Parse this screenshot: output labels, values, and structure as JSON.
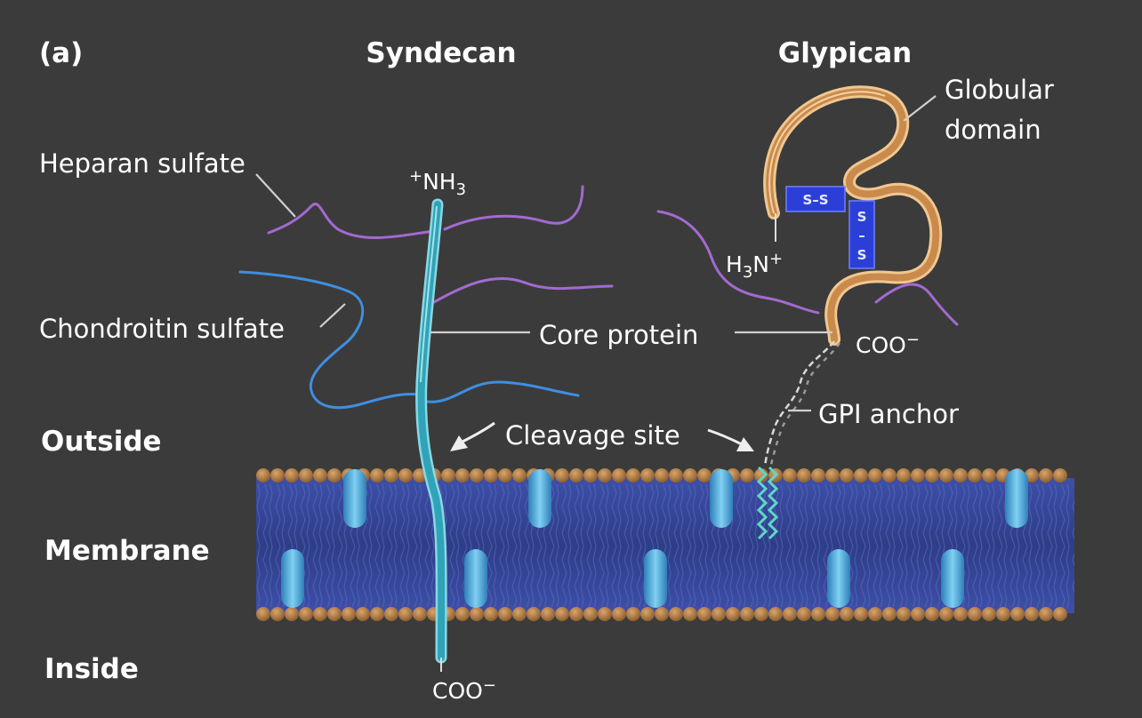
{
  "panel_label": "(a)",
  "titles": {
    "syndecan": "Syndecan",
    "glypican": "Glypican"
  },
  "side_labels": {
    "outside": "Outside",
    "membrane": "Membrane",
    "inside": "Inside"
  },
  "callouts": {
    "heparan_sulfate": "Heparan sulfate",
    "chondroitin_sulfate": "Chondroitin sulfate",
    "core_protein": "Core protein",
    "cleavage_site": "Cleavage site",
    "gpi_anchor": "GPI anchor",
    "globular_domain_line1": "Globular",
    "globular_domain_line2": "domain"
  },
  "termini": {
    "syndecan_n_sup": "+",
    "syndecan_n_text": "NH",
    "syndecan_n_sub": "3",
    "syndecan_c_text": "COO",
    "syndecan_c_sup": "−",
    "glypican_n_text_a": "H",
    "glypican_n_sub": "3",
    "glypican_n_text_b": "N",
    "glypican_n_sup": "+",
    "glypican_c_text": "COO",
    "glypican_c_sup": "−"
  },
  "disulfide": {
    "horizontal": "S–S",
    "vertical_top": "S",
    "vertical_mid": "–",
    "vertical_bottom": "S"
  },
  "colors": {
    "background": "#3b3b3b",
    "heparan_sulfate": "#a36ad0",
    "chondroitin_sulfate": "#3f8ee0",
    "core_protein": "#4cc0d0",
    "globular_domain": "#e8b27a",
    "disulfide_box": "#2b3fd8",
    "membrane_core": "#37489a",
    "lipid_head": "#b07a44",
    "membrane_protein": "#47a8dc",
    "gpi_lipid": "#5fd6c6"
  }
}
